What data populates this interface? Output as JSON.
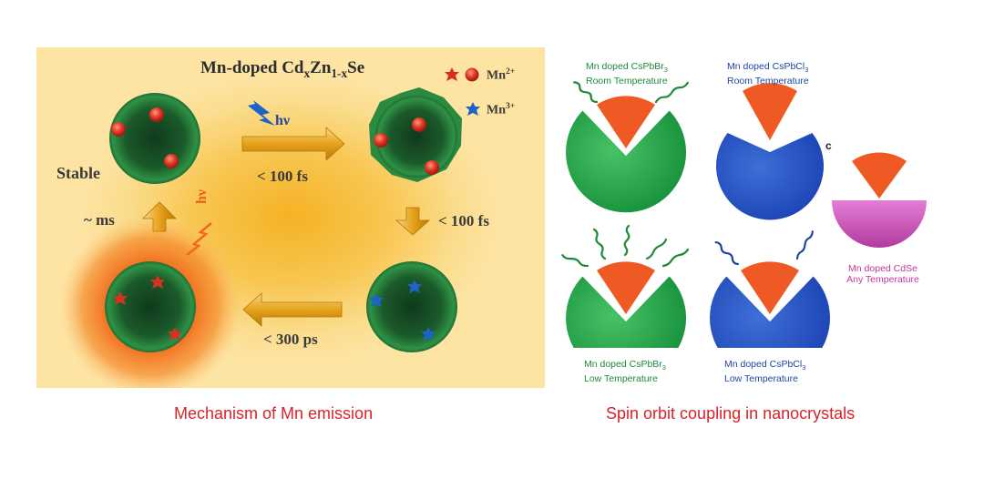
{
  "left": {
    "title": {
      "prefix": "Mn-doped Cd",
      "sub1": "x",
      "mid": "Zn",
      "sub2": "1-x",
      "suffix": "Se"
    },
    "legend": [
      {
        "symbol": "Mn",
        "charge": "2+",
        "color": "#e23b2a"
      },
      {
        "symbol": "Mn",
        "charge": "3+",
        "color": "#1e63c8"
      }
    ],
    "labels": {
      "stable": "Stable",
      "hv_top": "hν",
      "hv_left": "hν",
      "t_top": "< 100 fs",
      "t_right": "< 100 fs",
      "t_bottom": "< 300 ps",
      "t_left": "~ ms"
    },
    "caption": "Mechanism of Mn emission"
  },
  "right": {
    "cells": [
      {
        "line1": "Mn doped CsPbBr",
        "sub": "3",
        "line2": "Room Temperature",
        "color": "#1f8a3a"
      },
      {
        "line1": "Mn doped CsPbCl",
        "sub": "3",
        "line2": "Room Temperature",
        "color": "#1c47a3"
      },
      {
        "line1": "Mn doped CsPbBr",
        "sub": "3",
        "line2": "Low Temperature",
        "color": "#1f8a3a"
      },
      {
        "line1": "Mn doped CsPbCl",
        "sub": "3",
        "line2": "Low Temperature",
        "color": "#1c47a3"
      },
      {
        "line1": "Mn doped CdSe",
        "sub": "",
        "line2": "Any Temperature",
        "color": "#c2399b"
      }
    ],
    "panel_letter": "c",
    "caption": "Spin orbit coupling in nanocrystals"
  }
}
